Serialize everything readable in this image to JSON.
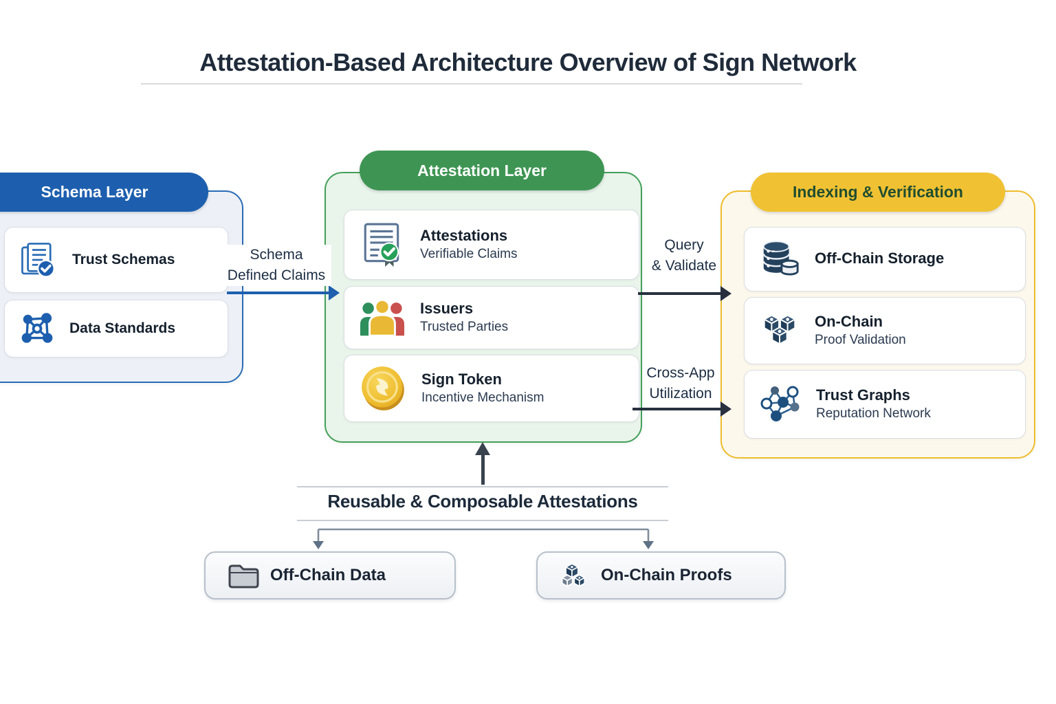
{
  "title": "Attestation-Based Architecture Overview of Sign Network",
  "panels": {
    "schema": {
      "header": "Schema Layer",
      "accent_color": "#1d5fae",
      "background_color": "#edf1f7",
      "items": [
        {
          "label": "Trust Schemas",
          "icon": "document-check-icon"
        },
        {
          "label": "Data Standards",
          "icon": "network-nodes-icon"
        }
      ]
    },
    "attestation": {
      "header": "Attestation Layer",
      "accent_color": "#3e9553",
      "background_color": "#e9f4ea",
      "items": [
        {
          "title": "Attestations",
          "subtitle": "Verifiable Claims",
          "icon": "certificate-badge-icon"
        },
        {
          "title": "Issuers",
          "subtitle": "Trusted Parties",
          "icon": "people-group-icon"
        },
        {
          "title": "Sign Token",
          "subtitle": "Incentive Mechanism",
          "icon": "gold-coin-icon"
        }
      ]
    },
    "indexing": {
      "header": "Indexing & Verification",
      "accent_color": "#f0c233",
      "header_text_color": "#214d2f",
      "background_color": "#fdf8ec",
      "items": [
        {
          "title": "Off-Chain Storage",
          "subtitle": "",
          "icon": "database-icon"
        },
        {
          "title": "On-Chain",
          "subtitle": "Proof Validation",
          "icon": "cubes-icon"
        },
        {
          "title": "Trust Graphs",
          "subtitle": "Reputation Network",
          "icon": "graph-network-icon"
        }
      ]
    }
  },
  "arrows": {
    "schema_to_attestation": {
      "line1": "Schema",
      "line2": "Defined Claims",
      "color": "#1e5fae"
    },
    "query_validate": {
      "line1": "Query",
      "line2": "& Validate",
      "color": "#28303e"
    },
    "cross_app": {
      "line1": "Cross-App",
      "line2": "Utilization",
      "color": "#28303e"
    },
    "reusable_up": {
      "color": "#39434f"
    }
  },
  "bottom": {
    "band_label": "Reusable & Composable Attestations",
    "boxes": [
      {
        "label": "Off-Chain Data",
        "icon": "folder-icon"
      },
      {
        "label": "On-Chain Proofs",
        "icon": "cubes-icon"
      }
    ]
  }
}
